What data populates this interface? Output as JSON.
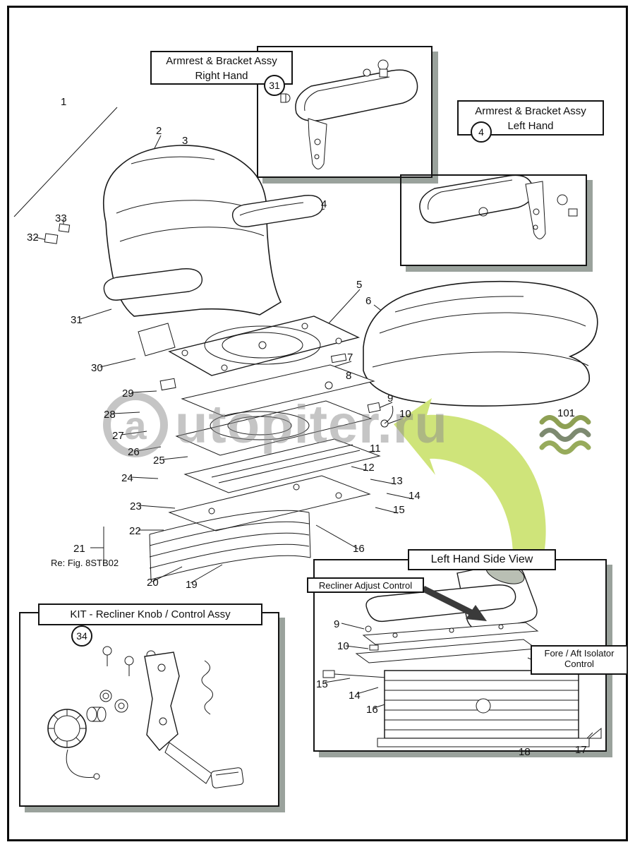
{
  "watermark": {
    "logo_letter": "a",
    "text": "utopiter.ru"
  },
  "insets": {
    "armrest_right": {
      "title_line1": "Armrest & Bracket Assy",
      "title_line2": "Right Hand",
      "badge": "31"
    },
    "armrest_left": {
      "title_line1": "Armrest & Bracket Assy",
      "title_line2": "Left Hand",
      "badge": "4"
    },
    "kit": {
      "title": "KIT - Recliner Knob / Control Assy",
      "badge": "34"
    },
    "side_view": {
      "title": "Left Hand Side View",
      "recliner_label": "Recliner Adjust Control",
      "isolator_label_line1": "Fore / Aft  Isolator",
      "isolator_label_line2": "Control"
    }
  },
  "notes": {
    "ref_fig": "Re: Fig. 8STB02"
  },
  "parts": {
    "main": [
      "1",
      "2",
      "3",
      "4",
      "5",
      "6",
      "7",
      "8",
      "9",
      "10",
      "11",
      "12",
      "13",
      "14",
      "15",
      "16",
      "19",
      "20",
      "21",
      "22",
      "23",
      "24",
      "25",
      "26",
      "27",
      "28",
      "29",
      "30",
      "31",
      "32",
      "33",
      "101"
    ],
    "side": [
      "9",
      "10",
      "15",
      "14",
      "16",
      "18",
      "17"
    ]
  },
  "colors": {
    "arrow_green": "#cfe47a",
    "shadow_gray": "#9aa29c",
    "line_ink": "#1a1a1a"
  }
}
